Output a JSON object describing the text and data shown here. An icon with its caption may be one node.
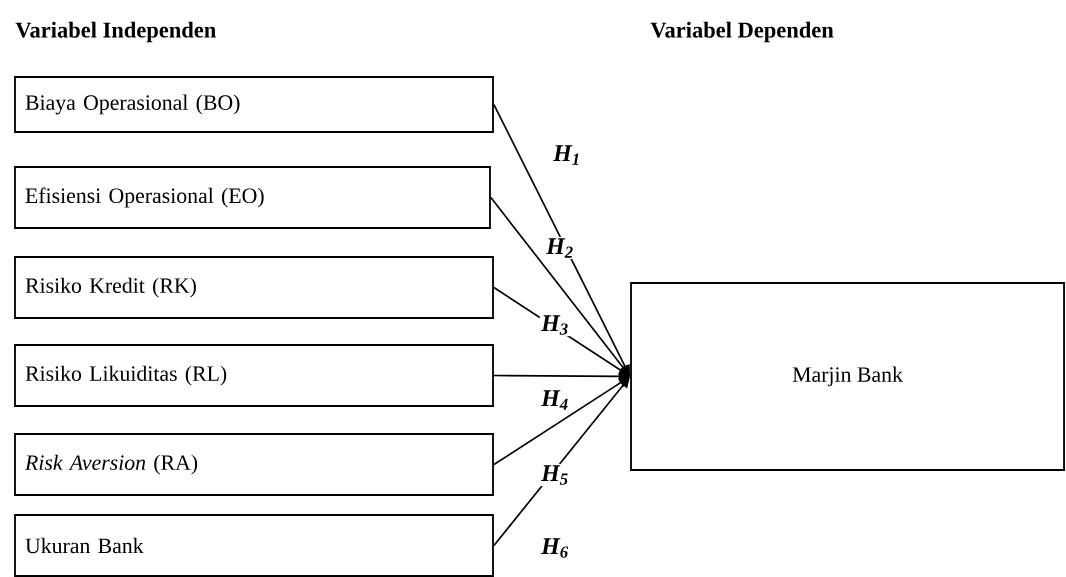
{
  "diagram": {
    "nodes": [
      {
        "text": [
          "Biaya Operasional (BO)"
        ]
      },
      {
        "text": [
          "Efisiensi Operasional (EO)"
        ]
      },
      {
        "text": [
          "Risiko Kredit (RK)"
        ]
      },
      {
        "text": [
          "Risiko Likuiditas (RL)"
        ]
      },
      {
        "text": [
          "*Risk Aversion* (RA)"
        ]
      },
      {
        "text": [
          "Ukuran Bank"
        ]
      },
      {
        "text": [
          "Marjin Bank"
        ]
      }
    ],
    "edges": [
      {
        "from": 0,
        "to": 6,
        "arrow": "to",
        "label": "H$_{1}$"
      },
      {
        "from": 1,
        "to": 6,
        "arrow": "to",
        "label": "H$_{2}$"
      },
      {
        "from": 2,
        "to": 6,
        "arrow": "to",
        "label": "H$_{3}$"
      },
      {
        "from": 3,
        "to": 6,
        "arrow": "to",
        "label": "H$_{4}$"
      },
      {
        "from": 4,
        "to": 6,
        "arrow": "to",
        "label": "H$_{5}$"
      },
      {
        "from": 5,
        "to": 6,
        "arrow": "to",
        "label": "H$_{6}$"
      }
    ],
    "labels": [
      "Variabel Independen",
      "Variabel Dependen"
    ]
  }
}
